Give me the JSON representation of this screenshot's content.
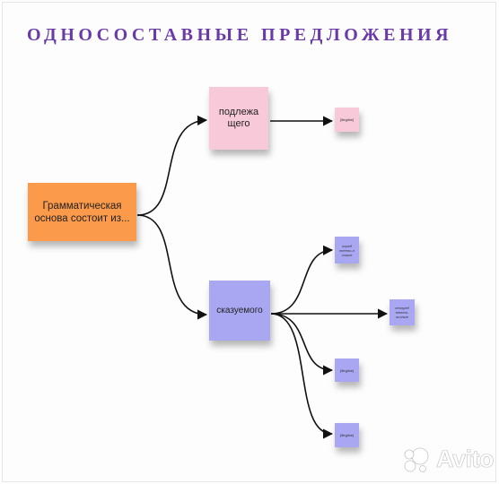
{
  "title": "ОДНОСОСТАВНЫЕ ПРЕДЛОЖЕНИЯ",
  "nodes": {
    "root": "Грамматическая основа состоит из...",
    "subject": "подлежа щего",
    "predicate": "сказуемого",
    "subject_child": "[illegible]",
    "predicate_children": [
      "опред еленно-л ичные",
      "неопред еленно-личные",
      "[illegible]",
      "[illegible]"
    ]
  },
  "colors": {
    "title": "#6a3aa8",
    "root": "#fb9a4b",
    "subject": "#f8c9d8",
    "predicate": "#a9a6f2"
  },
  "watermark": {
    "text": "Avito"
  }
}
